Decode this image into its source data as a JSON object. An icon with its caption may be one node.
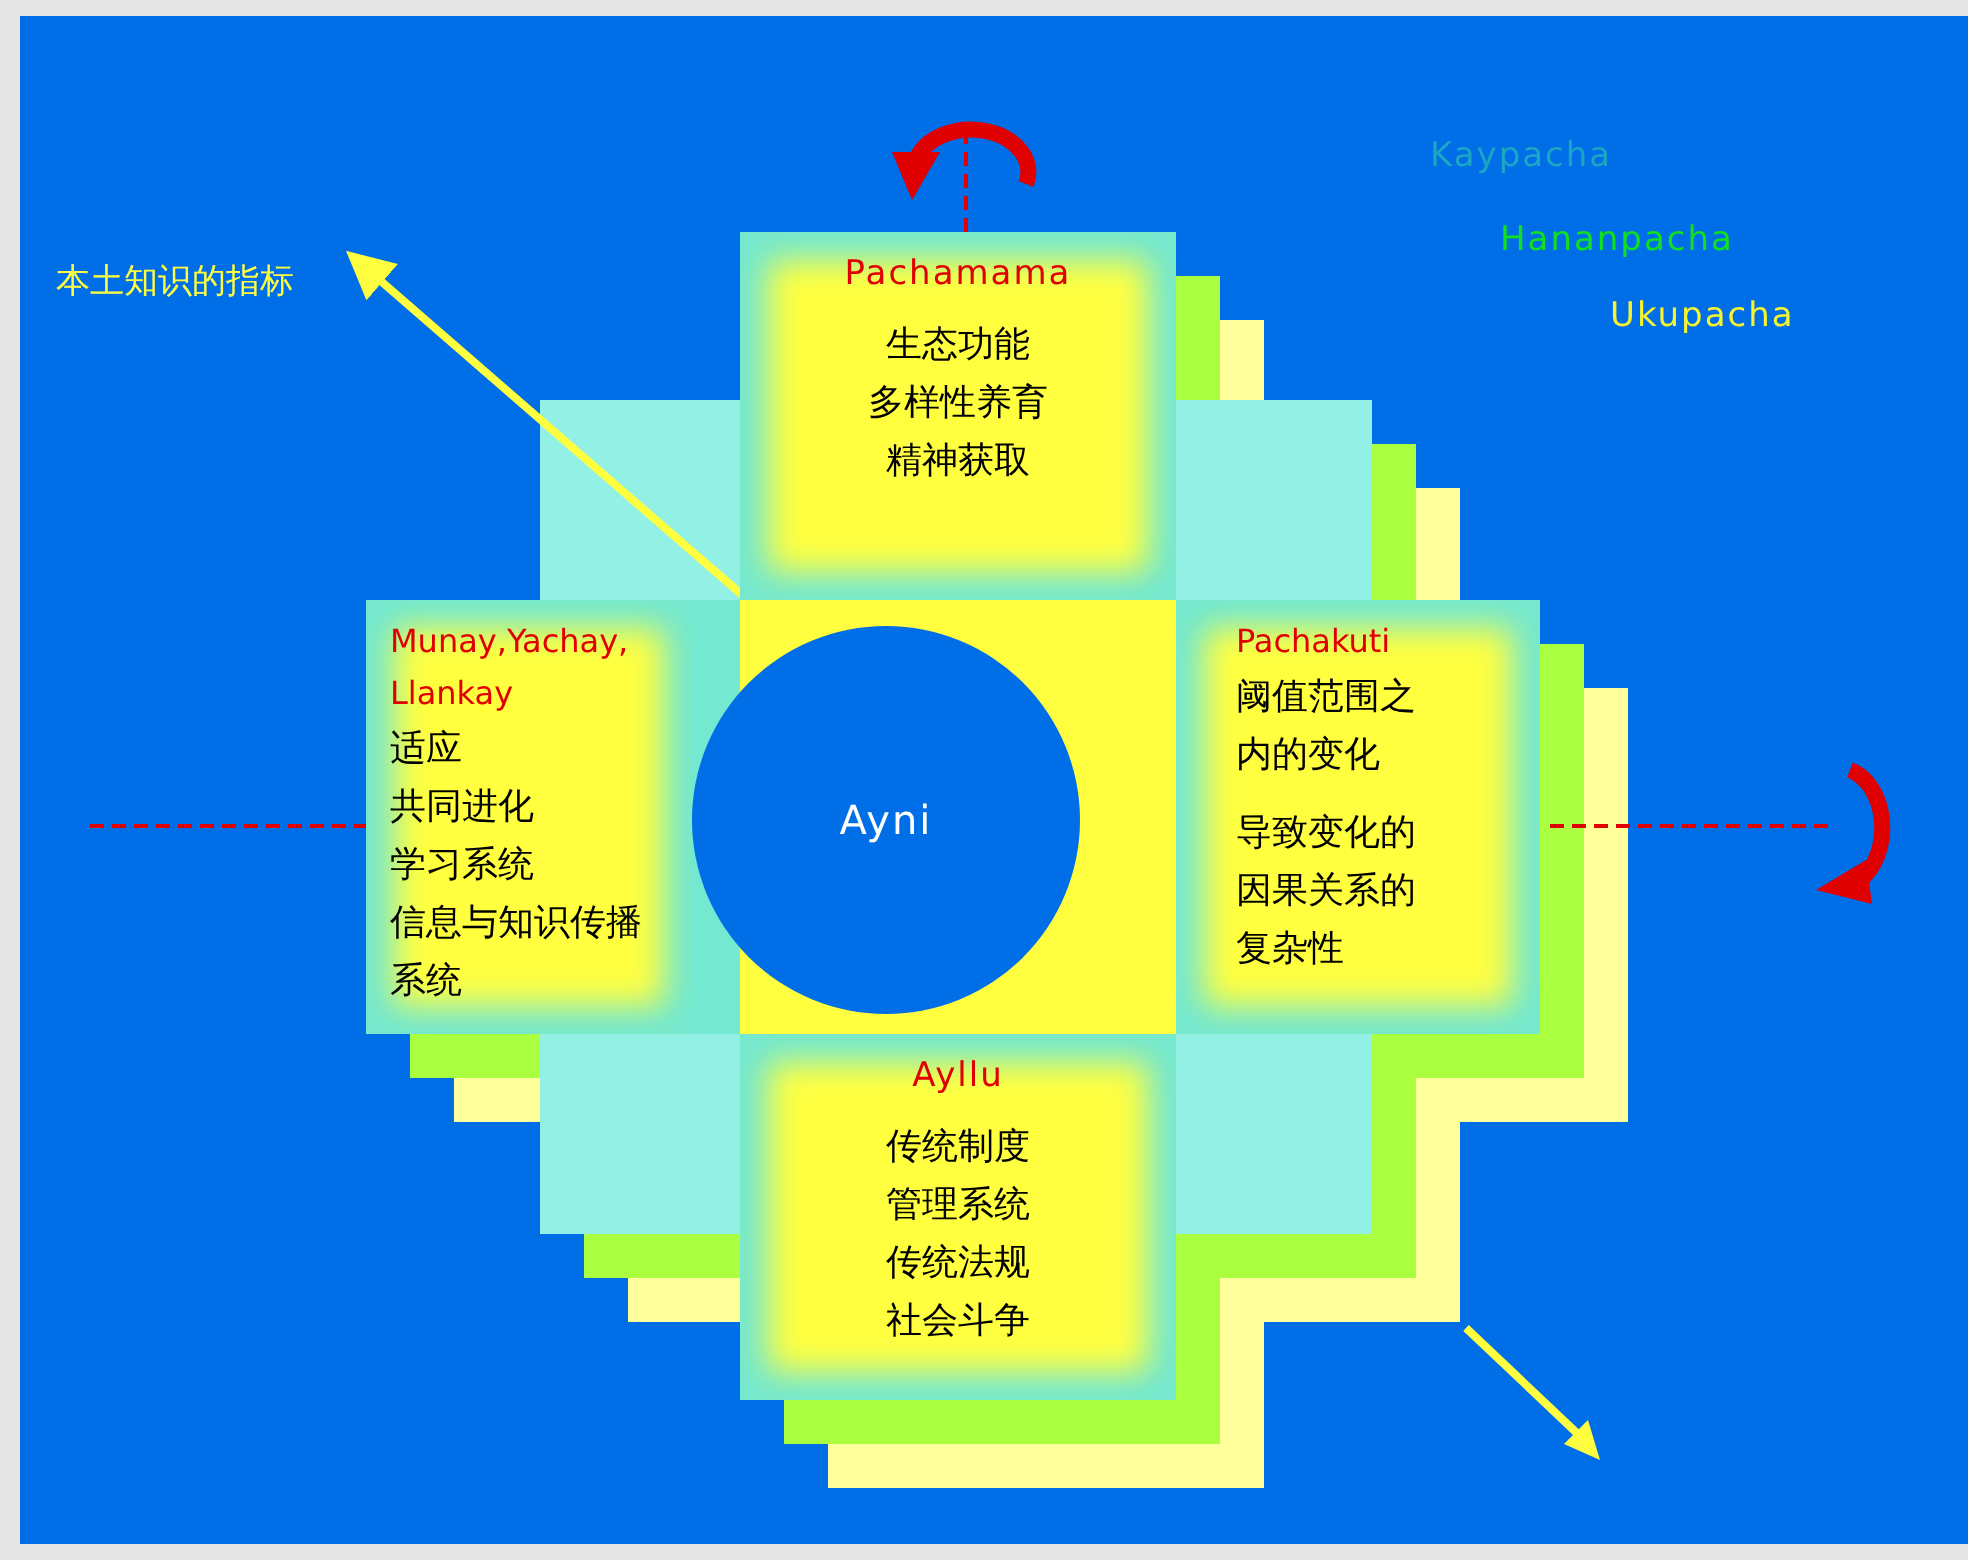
{
  "diagram": {
    "nodes": [
      {
        "text": [
          "本土知识的指标"
        ]
      },
      {
        "text": [
          "Pachamama",
          "生态功能",
          "多样性养育",
          "精神获取"
        ]
      },
      {
        "text": [
          "Munay,Yachay, Llankay",
          "适应",
          "共同进化",
          "学习系统",
          "信息与知识传播系统"
        ]
      },
      {
        "text": [
          "Pachakuti",
          "阈值范围之内的变化",
          "导致变化的因果关系的复杂性"
        ]
      },
      {
        "text": [
          "Ayni"
        ]
      },
      {
        "text": [
          "Ayllu",
          "传统制度",
          "管理系统",
          "传统法规",
          "社会斗争"
        ]
      }
    ],
    "edges": [
      {
        "from": 4,
        "to": 0,
        "arrow": "to"
      }
    ],
    "legend": [
      {
        "text": "Kaypacha",
        "color": "#1aa6c4"
      },
      {
        "text": "Hananpacha",
        "color": "#10e020"
      },
      {
        "text": "Ukupacha",
        "color": "#f4f430"
      }
    ]
  }
}
